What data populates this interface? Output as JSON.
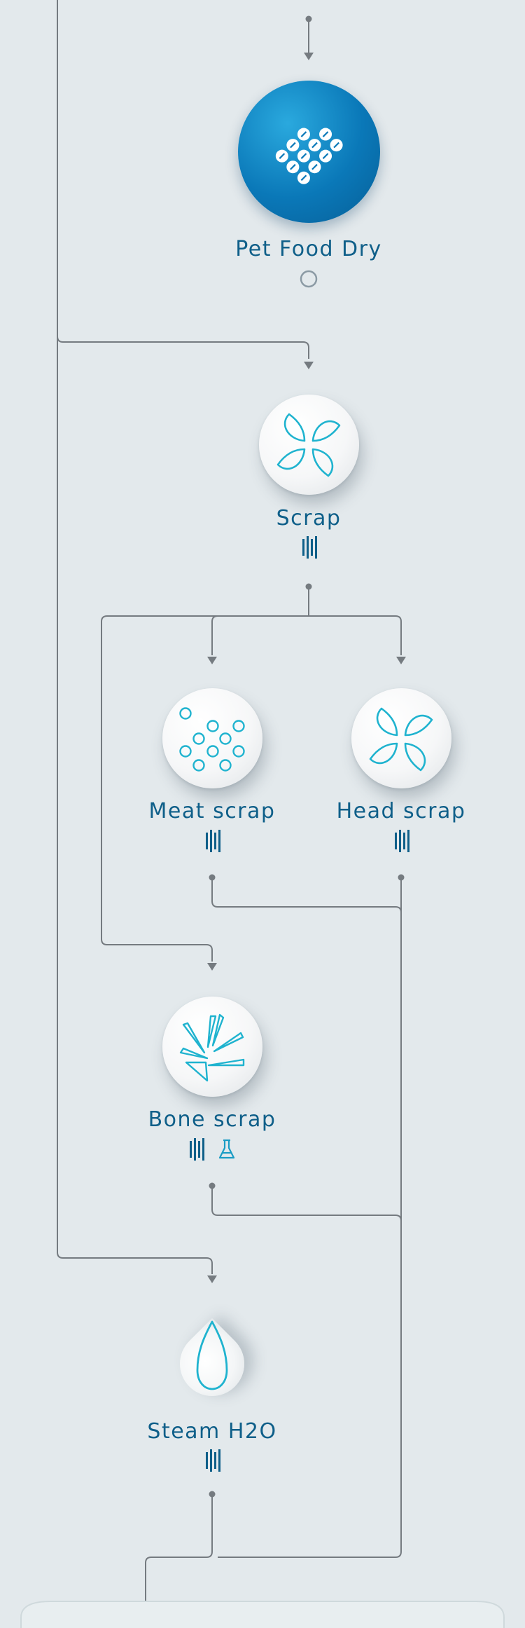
{
  "nodes": {
    "pet_food_dry": {
      "label": "Pet Food Dry",
      "icon": "tablets-icon",
      "status_icon": "empty-circle-icon"
    },
    "scrap": {
      "label": "Scrap",
      "icon": "fan-blades-icon",
      "status_icon": "bars-icon"
    },
    "meat_scrap": {
      "label": "Meat scrap",
      "icon": "pellets-icon",
      "status_icon": "bars-icon"
    },
    "head_scrap": {
      "label": "Head scrap",
      "icon": "fan-blades-icon",
      "status_icon": "bars-icon"
    },
    "bone_scrap": {
      "label": "Bone scrap",
      "icon": "shards-icon",
      "status_icons": [
        "bars-icon",
        "flask-icon"
      ]
    },
    "steam_h2o": {
      "label": "Steam H2O",
      "icon": "water-drop-icon",
      "status_icon": "bars-icon"
    }
  },
  "colors": {
    "background": "#e3e9ec",
    "connector": "#757b80",
    "label_text": "#0f5f89",
    "icon_accent": "#1fb3cf",
    "primary_node": "#0a78b8"
  }
}
